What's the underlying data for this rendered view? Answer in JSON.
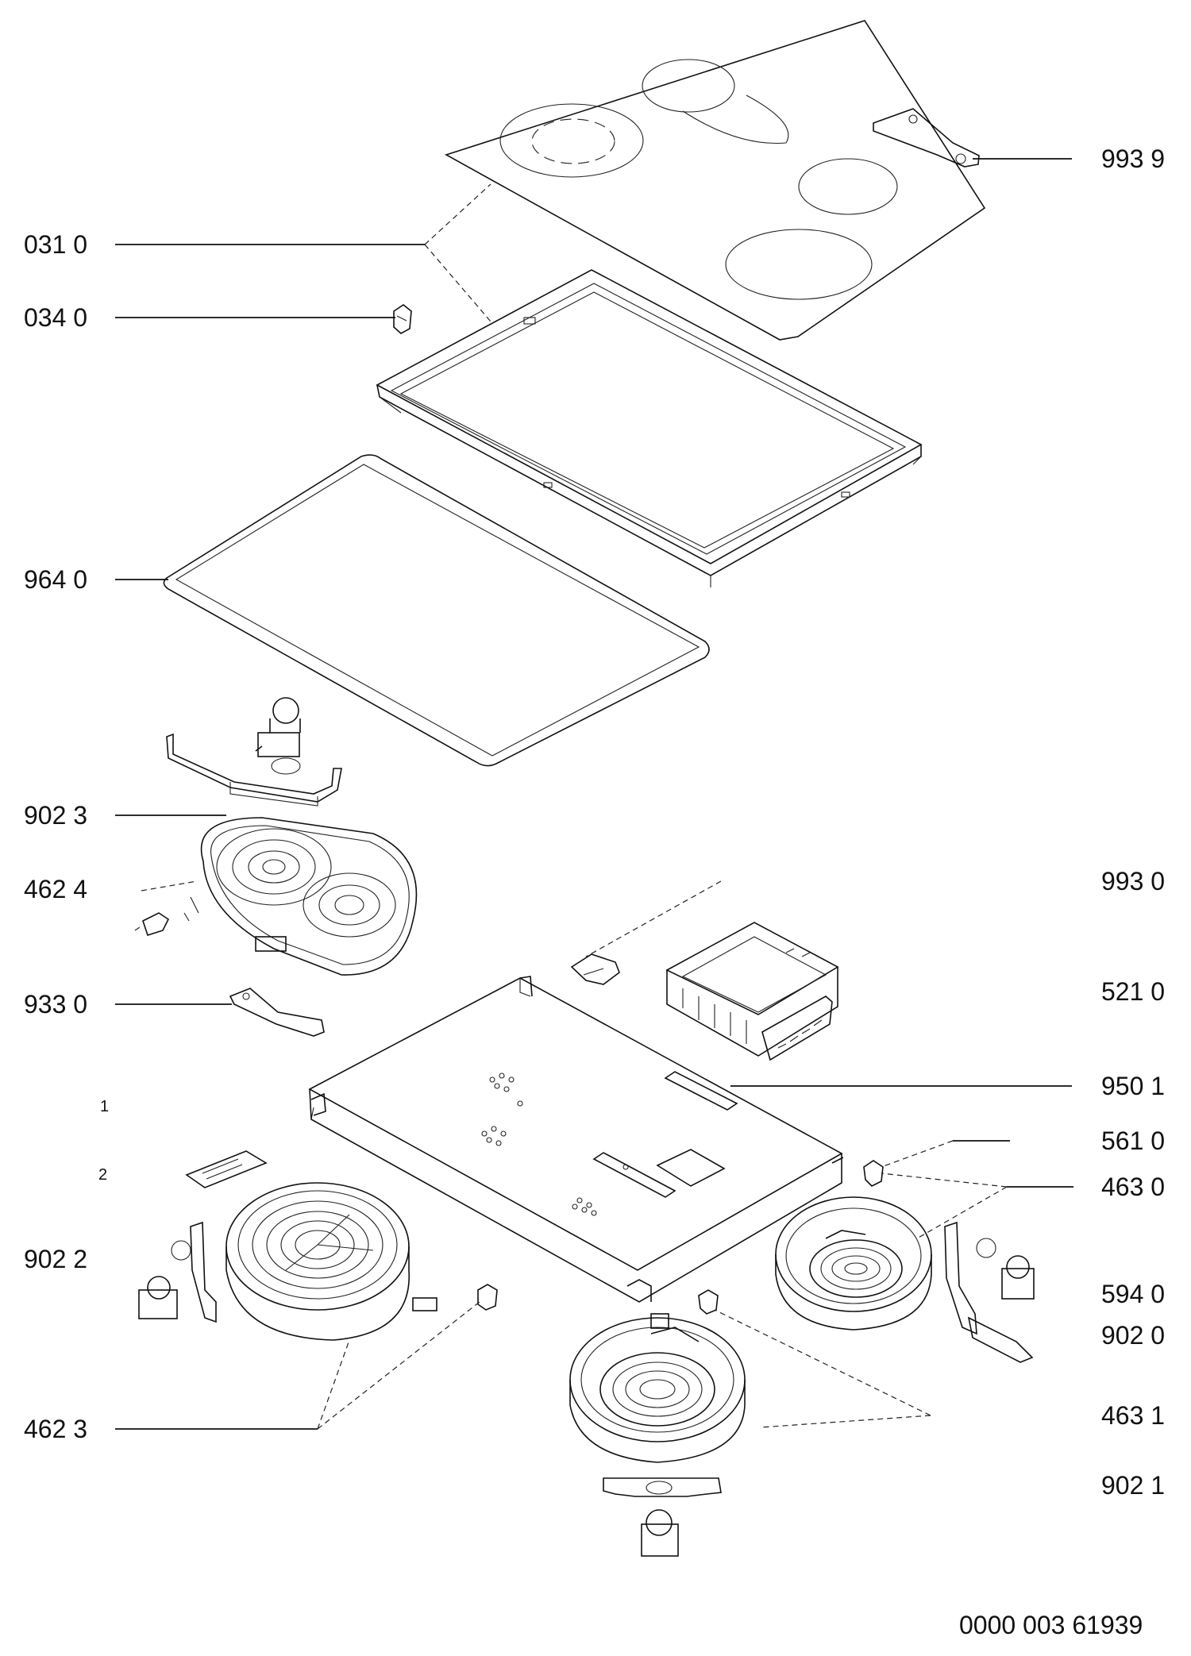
{
  "labels": {
    "l9939": "993 9",
    "l0310": "031 0",
    "l0340": "034 0",
    "l9640": "964 0",
    "l9023": "902 3",
    "l4624": "462 4",
    "l9930": "993 0",
    "l5210": "521 0",
    "l9330": "933 0",
    "l9501": "950 1",
    "l1": "1",
    "l5610": "561 0",
    "l2": "2",
    "l4630": "463 0",
    "l9022": "902 2",
    "l5940": "594 0",
    "l9020": "902 0",
    "l4623": "462 3",
    "l4631": "463 1",
    "l9021": "902 1"
  },
  "doc_number": "0000 003 61939"
}
